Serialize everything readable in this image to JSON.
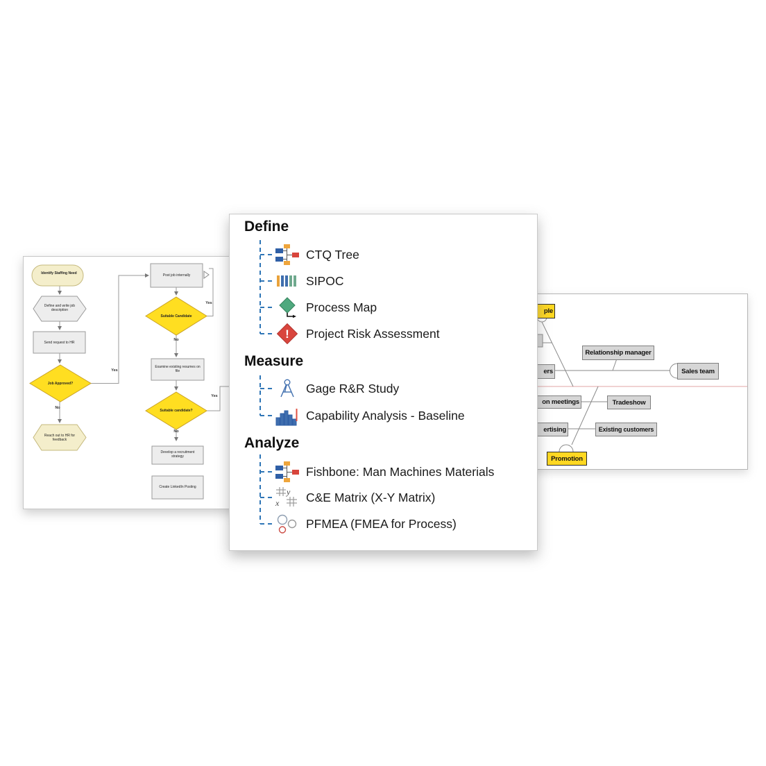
{
  "dmaic_panel": {
    "accent_color": "#2E75B6",
    "sections": [
      {
        "heading": "Define",
        "items": [
          {
            "label": "CTQ Tree",
            "icon": "ctq-tree-icon"
          },
          {
            "label": "SIPOC",
            "icon": "sipoc-bars-icon"
          },
          {
            "label": "Process Map",
            "icon": "process-map-icon"
          },
          {
            "label": "Project Risk Assessment",
            "icon": "risk-diamond-icon"
          }
        ]
      },
      {
        "heading": "Measure",
        "items": [
          {
            "label": "Gage R&R Study",
            "icon": "gage-caliper-icon"
          },
          {
            "label": "Capability Analysis - Baseline",
            "icon": "histogram-icon"
          }
        ]
      },
      {
        "heading": "Analyze",
        "items": [
          {
            "label": "Fishbone: Man Machines Materials",
            "icon": "fishbone-tree-icon"
          },
          {
            "label": "C&E Matrix (X-Y Matrix)",
            "icon": "matrix-grid-icon"
          },
          {
            "label": "PFMEA (FMEA for Process)",
            "icon": "pfmea-circles-icon"
          }
        ]
      }
    ]
  },
  "flowchart_panel": {
    "nodes": {
      "identify": "Identify Staffing Need",
      "define_job": "Define and write job description",
      "send_request": "Send request to HR",
      "job_approved": "Job Approved?",
      "reach_out": "Reach out to HR for feedback",
      "post_internally": "Post job internally",
      "suitable1": "Suitable Candidate",
      "examine": "Examine existing resumes on file",
      "suitable2": "Suitable candidate?",
      "develop": "Develop a recruitment strategy",
      "create_posting": "Create LinkedIn Posting"
    },
    "edge_labels": {
      "yes1": "Yes",
      "no1": "No",
      "yes2": "Yes",
      "no2": "No",
      "yes3": "Yes",
      "no3": "No"
    },
    "colors": {
      "decision_fill": "#FFDE21",
      "terminator_fill": "#F4EECB",
      "process_fill": "#EDEDED"
    }
  },
  "fishbone_panel": {
    "boxes": {
      "people_fragment": "ple",
      "cause_ers_fragment": "ers",
      "cause_meetings_fragment": "on meetings",
      "cause_advertising_fragment": "ertising",
      "relationship_manager": "Relationship manager",
      "sales_team": "Sales team",
      "tradeshow": "Tradeshow",
      "existing_customers": "Existing customers",
      "promotion": "Promotion"
    },
    "colors": {
      "category_fill": "#FFD821",
      "cause_fill": "#D6D6D6",
      "spine_color": "#E2A6A6"
    }
  }
}
